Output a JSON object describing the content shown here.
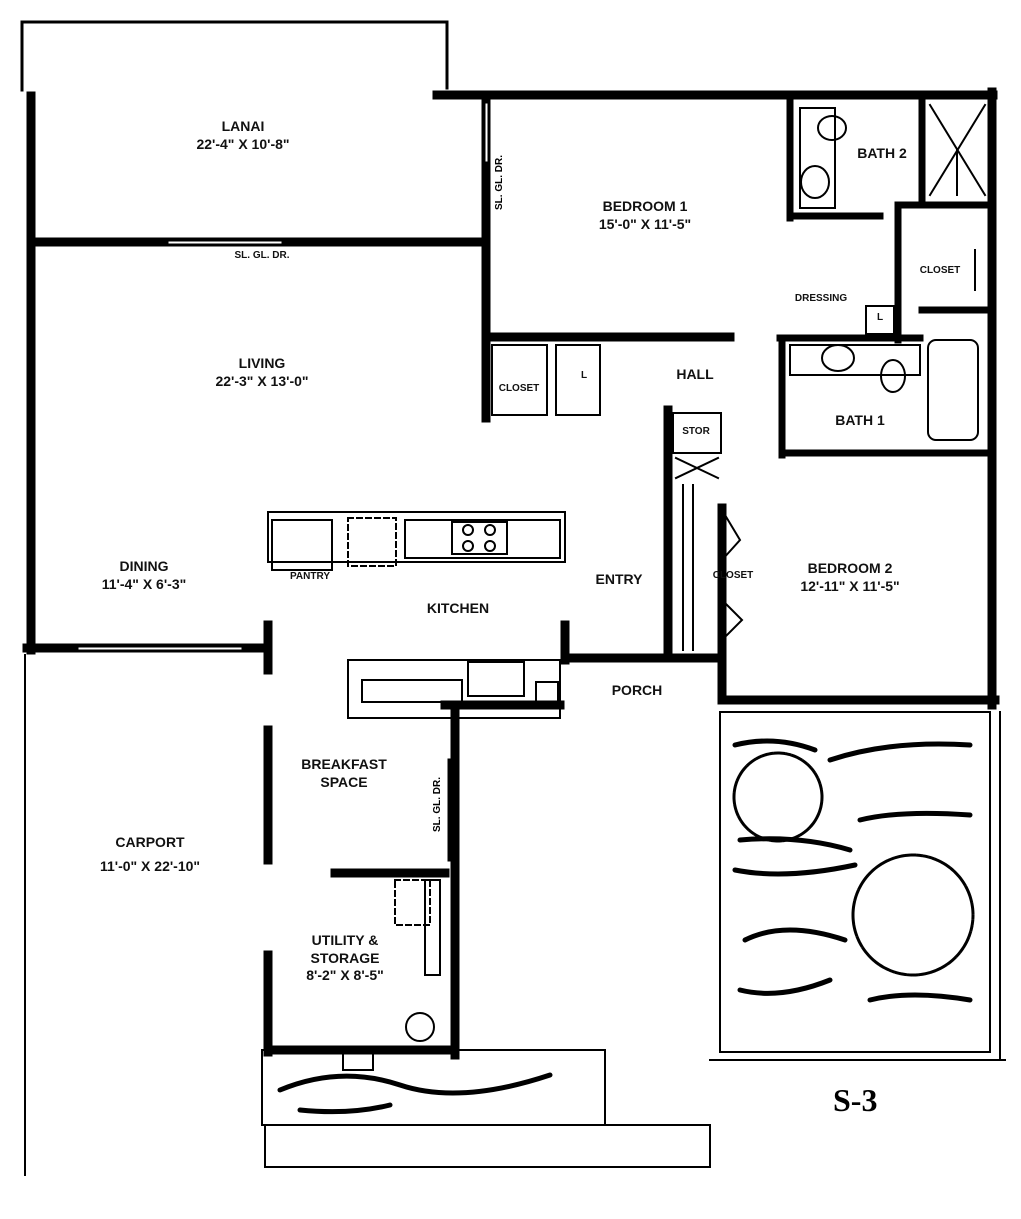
{
  "plan_code": "S-3",
  "rooms": {
    "lanai": {
      "name": "LANAI",
      "size": "22'-4\" X 10'-8\""
    },
    "bedroom1": {
      "name": "BEDROOM 1",
      "size": "15'-0\" X 11'-5\""
    },
    "bath2": {
      "name": "BATH 2"
    },
    "living": {
      "name": "LIVING",
      "size": "22'-3\" X 13'-0\""
    },
    "dining": {
      "name": "DINING",
      "size": "11'-4\" X 6'-3\""
    },
    "kitchen": {
      "name": "KITCHEN"
    },
    "pantry": {
      "name": "PANTRY"
    },
    "entry": {
      "name": "ENTRY"
    },
    "hall": {
      "name": "HALL"
    },
    "bath1": {
      "name": "BATH 1"
    },
    "dressing": {
      "name": "DRESSING"
    },
    "bedroom2": {
      "name": "BEDROOM 2",
      "size": "12'-11\" X 11'-5\""
    },
    "porch": {
      "name": "PORCH"
    },
    "breakfast": {
      "name": "BREAKFAST",
      "name2": "SPACE"
    },
    "carport": {
      "name": "CARPORT",
      "size": "11'-0\" X 22'-10\""
    },
    "utility": {
      "name": "UTILITY &",
      "name2": "STORAGE",
      "size": "8'-2\" X 8'-5\""
    }
  },
  "labels": {
    "sliding_door": "SL. GL. DR.",
    "closet": "CLOSET",
    "stor": "STOR",
    "linen": "L"
  }
}
